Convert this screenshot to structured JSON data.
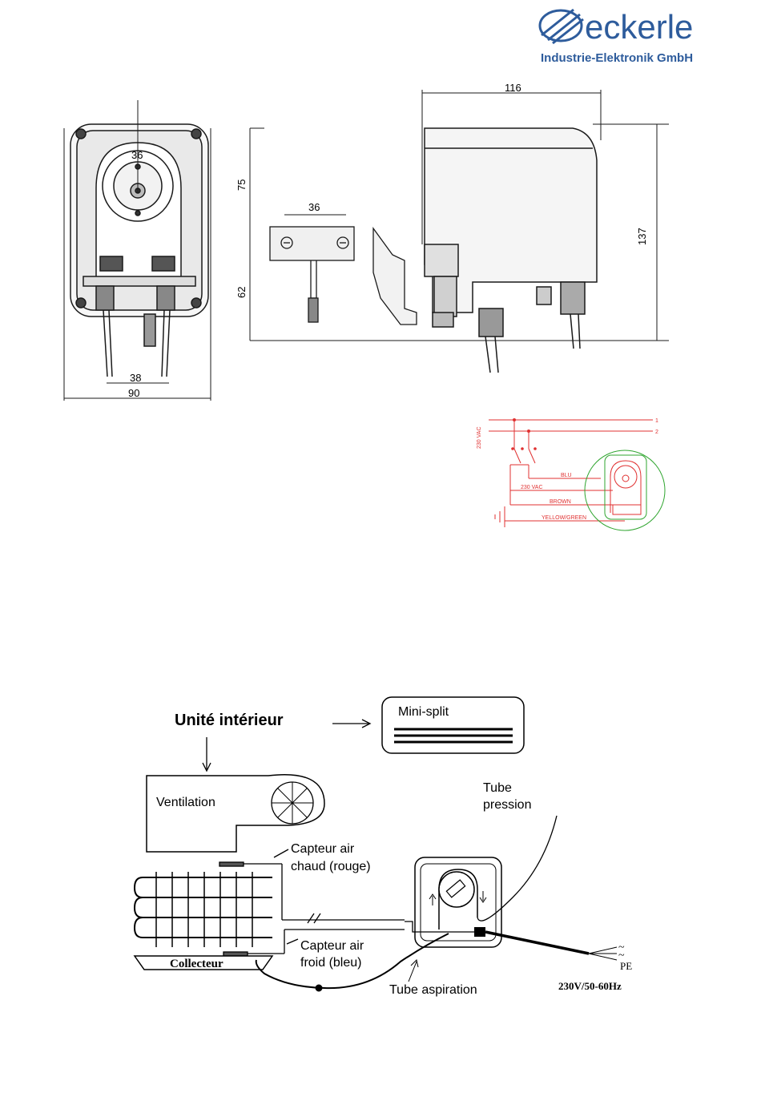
{
  "header": {
    "brand": "eckerle",
    "subtitle": "Industrie-Elektronik GmbH"
  },
  "dimensions": {
    "front_top": "36",
    "front_bottom_inner": "38",
    "front_bottom_outer": "90",
    "side_height_upper": "75",
    "side_height_lower": "62",
    "bracket_width": "36",
    "side_depth": "116",
    "side_total_height": "137"
  },
  "wiring": {
    "supply": "230 VAC",
    "line1": "1",
    "line2": "2",
    "wire_blue": "BLU",
    "wire_supply": "230 VAC",
    "wire_brown": "BROWN",
    "wire_ground": "YELLOW/GREEN"
  },
  "installation": {
    "indoor_unit": "Unité intérieur",
    "mini_split": "Mini-split",
    "ventilation": "Ventilation",
    "pressure_tube_1": "Tube",
    "pressure_tube_2": "pression",
    "hot_sensor_1": "Capteur air",
    "hot_sensor_2": "chaud (rouge)",
    "cold_sensor_1": "Capteur air",
    "cold_sensor_2": "froid (bleu)",
    "collector": "Collecteur",
    "suction_tube": "Tube aspiration",
    "power": "230V/50-60Hz",
    "pe": "PE"
  },
  "colors": {
    "ink": "#1a1a1a",
    "wiring_red": "#e03030",
    "wiring_green": "#2fa52f",
    "logo_blue": "#2e5c9c"
  }
}
